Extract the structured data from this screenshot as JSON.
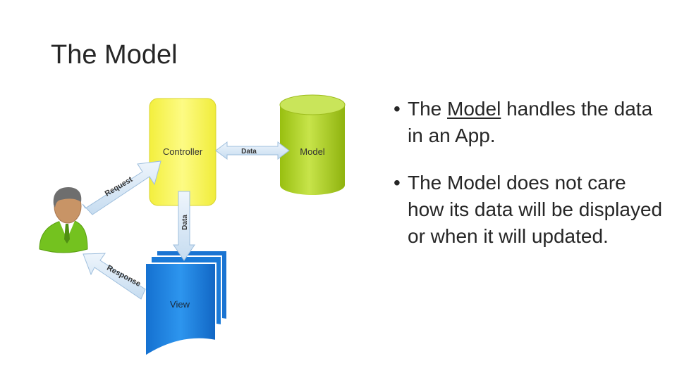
{
  "slide": {
    "title": "The Model"
  },
  "bullets": [
    {
      "underlined": "Model",
      "pre": "The ",
      "post": " handles the data in an App."
    },
    {
      "text": "The Model does not care how its data will be displayed or  when it will updated."
    }
  ],
  "diagram": {
    "controller_label": "Controller",
    "model_label": "Model",
    "view_label": "View",
    "data_label_horizontal": "Data",
    "data_label_vertical": "Data",
    "request_label": "Request",
    "response_label": "Response",
    "colors": {
      "controller": "#f8f55c",
      "model": "#b6d92c",
      "view": "#1f86e6",
      "arrow": "#d8e8f6",
      "user_shirt": "#74c21f"
    },
    "icons": [
      "user-icon",
      "database-icon",
      "document-stack-icon"
    ]
  }
}
